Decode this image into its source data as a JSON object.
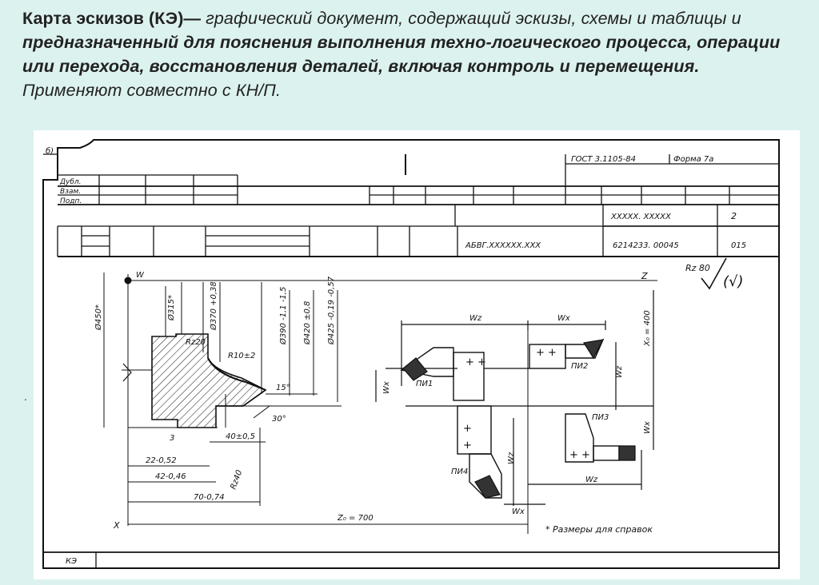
{
  "intro": {
    "term": "Карта эскизов (КЭ)—",
    "definition_plain": " графический документ, содержащий эскизы, схемы и таблицы и ",
    "definition_bold": "предназначенный для пояснения выполнения техно-логического процесса, операции или перехода, восстановления деталей, включая контроль и перемещения.",
    "usage": " Применяют совместно с КН/П."
  },
  "bullet": ".",
  "form": {
    "variant": "б)",
    "standard": "ГОСТ 3.1105-84",
    "form_name": "Форма 7а",
    "rows": [
      "Дубл.",
      "Взам.",
      "Подп."
    ],
    "code1": "ХХХХХ. ХХХХХ",
    "sheet_no": "2",
    "designation": "АБВГ.ХХХХХХ.ХХХ",
    "part_no": "6214233. 00045",
    "op_no": "015",
    "footer_code": "КЭ"
  },
  "drawing": {
    "roughness": "Rz 80",
    "roughness_sign": "(√)",
    "axis_z": "Z",
    "axis_x": "X",
    "axis_w": "W",
    "dims": {
      "d450": "Ø450*",
      "d315": "Ø315*",
      "d370": "Ø370 +0,38",
      "d390": "Ø390 -1,1 -1,5",
      "d420": "Ø420 ±0,8",
      "d425": "Ø425 -0,19 -0,57",
      "rz20": "Rz20",
      "r10": "R10±2",
      "ang15": "15°",
      "ang30": "30°",
      "len40": "40±0,5",
      "len22": "22-0,52",
      "len42": "42-0,46",
      "len70": "70-0,74",
      "rz40": "Rz40",
      "mark3": "3",
      "x0": "X₀ = 400",
      "z0": "Z₀ = 700"
    },
    "tools": [
      "ПИ1",
      "ПИ2",
      "ПИ3",
      "ПИ4"
    ],
    "w_labels": {
      "wz": "Wz",
      "wx": "Wx"
    },
    "note": "* Размеры для справок"
  }
}
